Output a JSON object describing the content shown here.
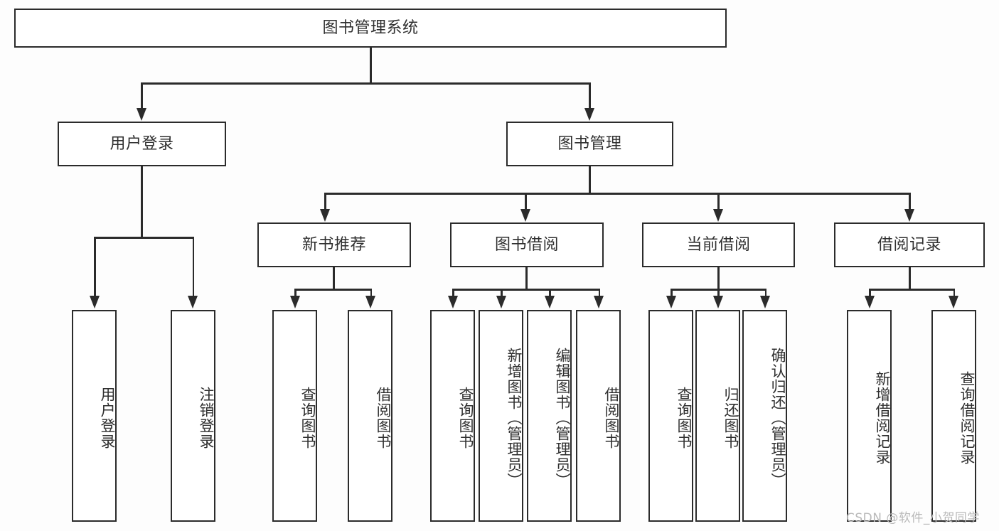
{
  "diagram": {
    "type": "tree-hierarchy",
    "title": "图书管理系统",
    "root": {
      "id": "root",
      "label": "图书管理系统"
    },
    "level1": [
      {
        "id": "user-login",
        "label": "用户登录"
      },
      {
        "id": "book-manage",
        "label": "图书管理"
      }
    ],
    "level2": [
      {
        "id": "new-book-rec",
        "label": "新书推荐",
        "parent": "book-manage"
      },
      {
        "id": "book-borrow",
        "label": "图书借阅",
        "parent": "book-manage"
      },
      {
        "id": "current-borrow",
        "label": "当前借阅",
        "parent": "book-manage"
      },
      {
        "id": "borrow-record",
        "label": "借阅记录",
        "parent": "book-manage"
      }
    ],
    "leaves": [
      {
        "id": "leaf-user-login",
        "label": "用户登录",
        "parent": "user-login"
      },
      {
        "id": "leaf-logout",
        "label": "注销登录",
        "parent": "user-login"
      },
      {
        "id": "leaf-query-book-1",
        "label": "查询图书",
        "parent": "new-book-rec"
      },
      {
        "id": "leaf-borrow-book-1",
        "label": "借阅图书",
        "parent": "new-book-rec"
      },
      {
        "id": "leaf-query-book-2",
        "label": "查询图书",
        "parent": "book-borrow"
      },
      {
        "id": "leaf-add-book",
        "label": "新增图书（管理员）",
        "parent": "book-borrow"
      },
      {
        "id": "leaf-edit-book",
        "label": "编辑图书（管理员）",
        "parent": "book-borrow"
      },
      {
        "id": "leaf-borrow-book-2",
        "label": "借阅图书",
        "parent": "book-borrow"
      },
      {
        "id": "leaf-query-book-3",
        "label": "查询图书",
        "parent": "current-borrow"
      },
      {
        "id": "leaf-return-book",
        "label": "归还图书",
        "parent": "current-borrow"
      },
      {
        "id": "leaf-confirm-return",
        "label": "确认归还（管理员）",
        "parent": "current-borrow"
      },
      {
        "id": "leaf-add-record",
        "label": "新增借阅记录",
        "parent": "borrow-record"
      },
      {
        "id": "leaf-query-record",
        "label": "查询借阅记录",
        "parent": "borrow-record"
      }
    ]
  },
  "watermark": {
    "text": "CSDN @软件_小贺同学"
  },
  "colors": {
    "stroke": "#2b2b2b",
    "text": "#2f2f2f",
    "background": "#fdfdfd",
    "watermark": "#b9b9b9"
  }
}
